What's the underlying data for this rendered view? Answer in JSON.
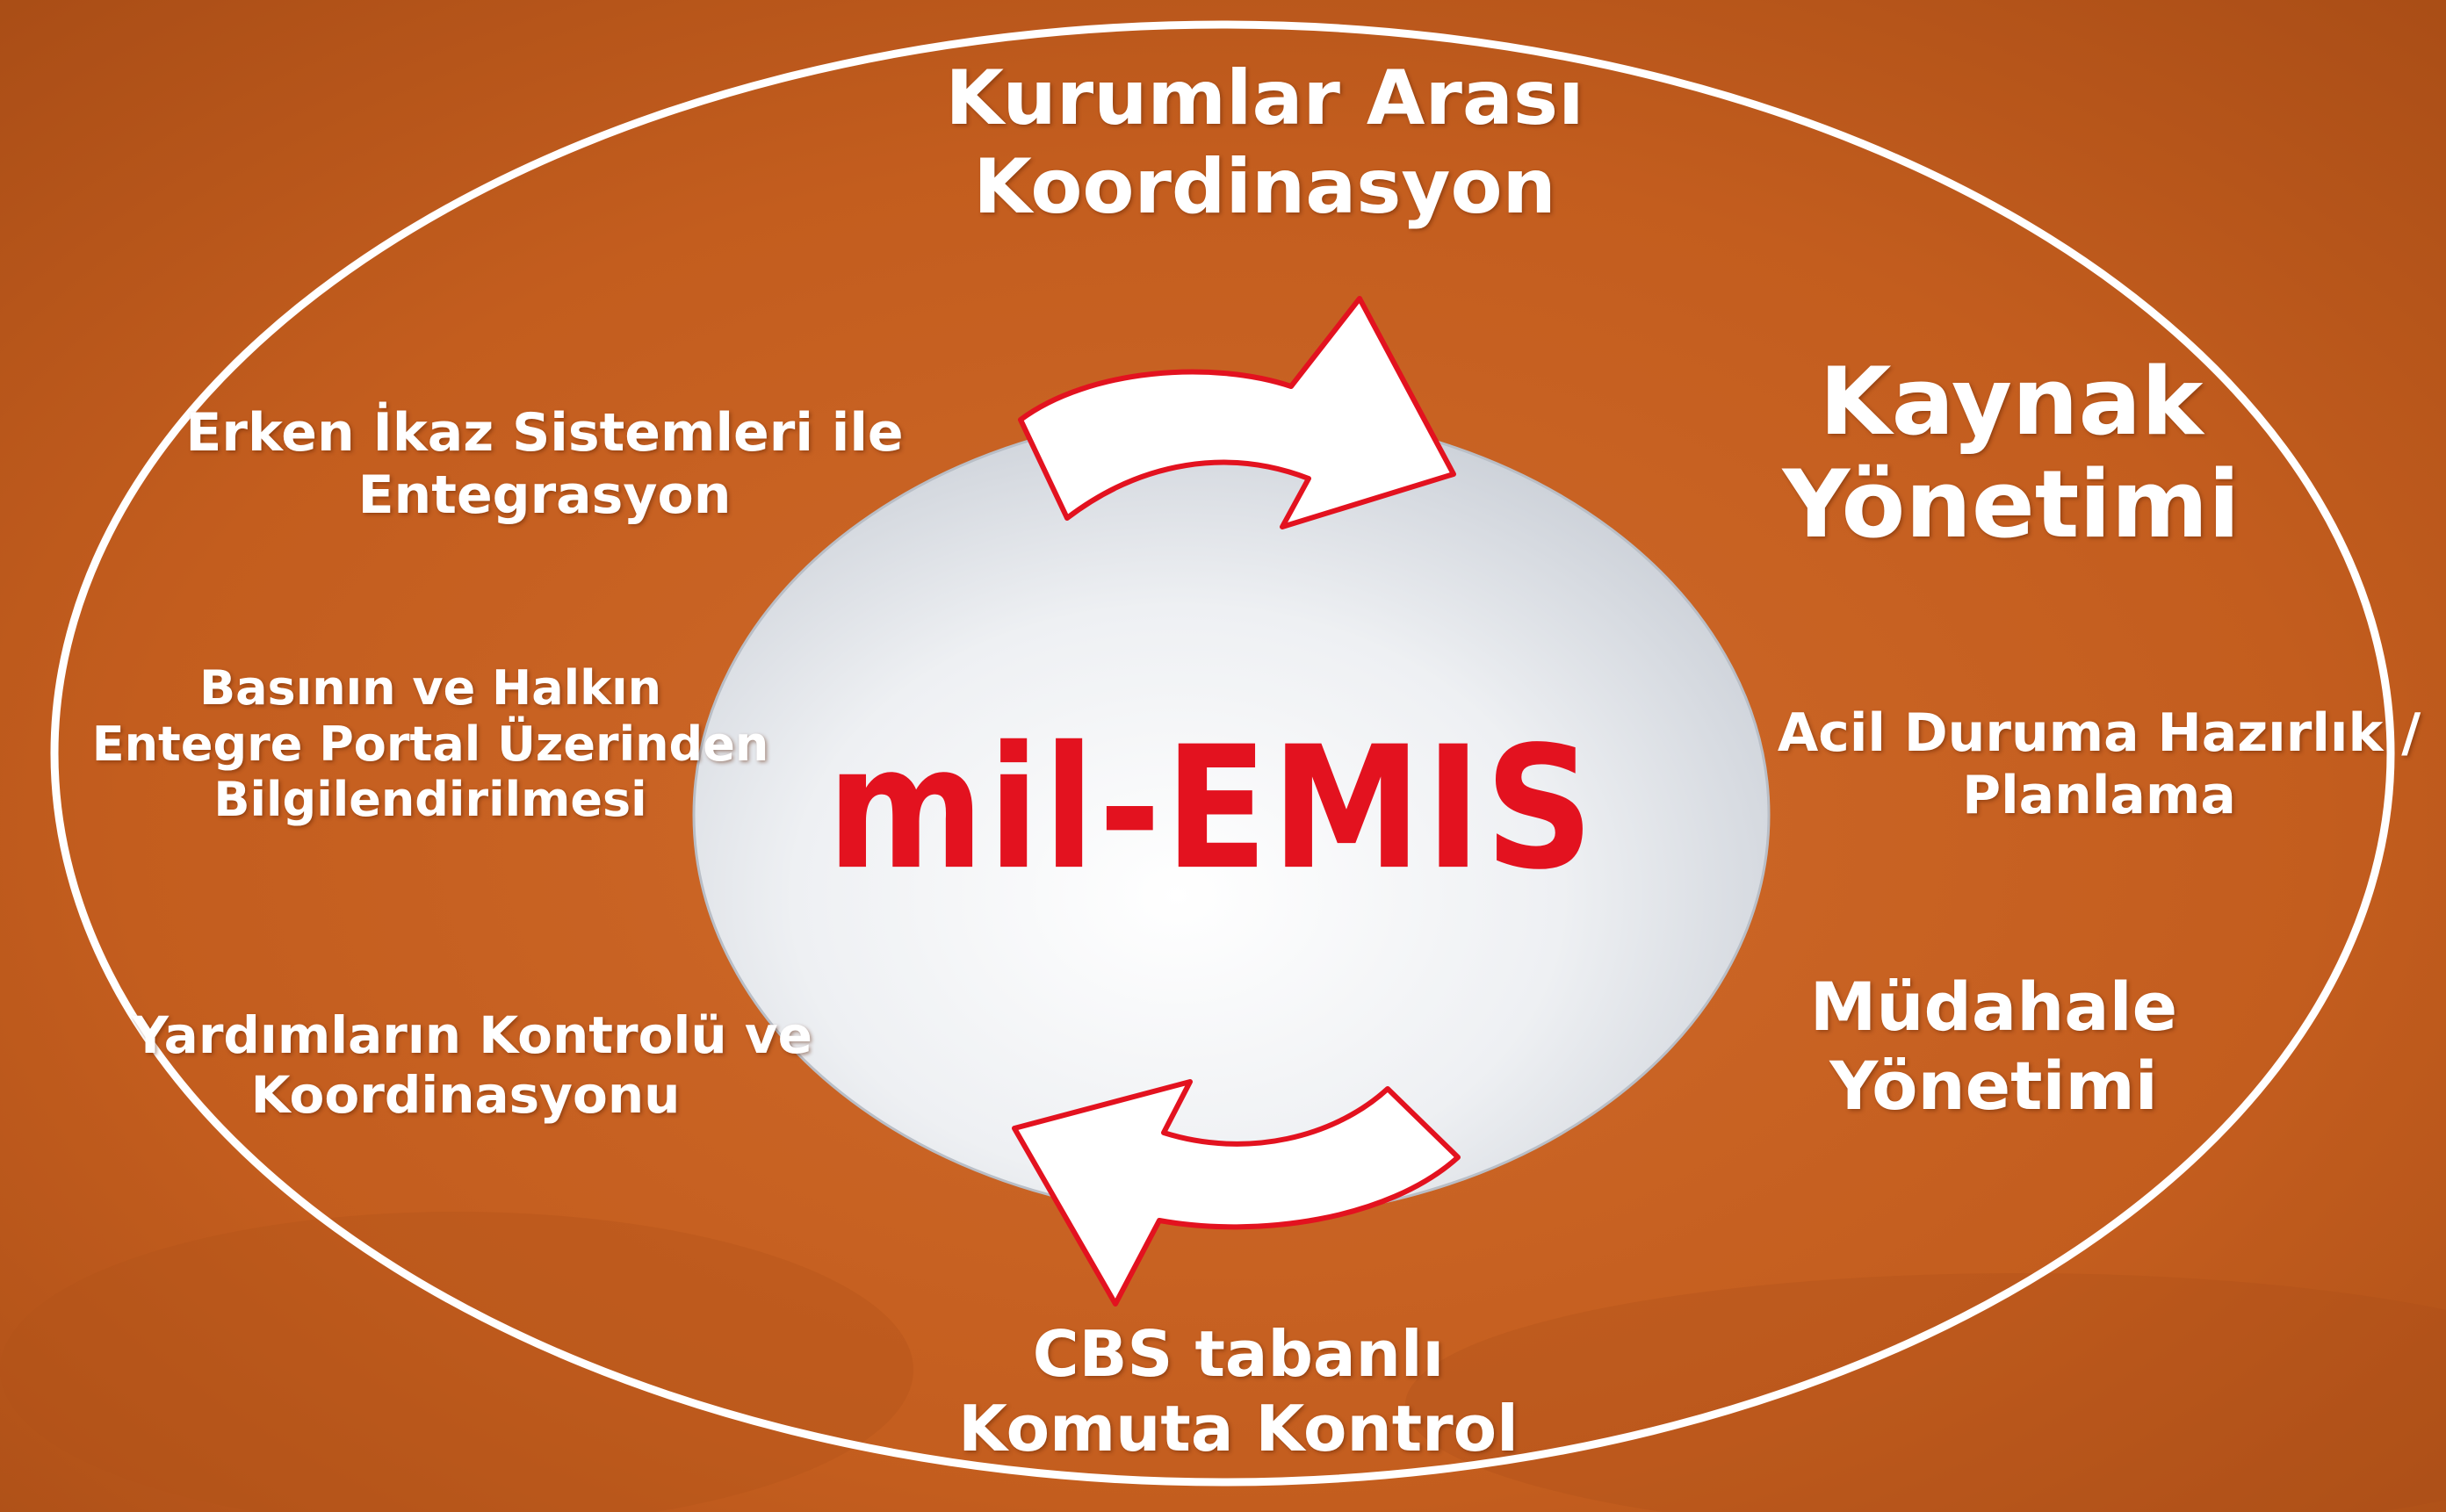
{
  "diagram": {
    "center_logo": "mil-EMIS",
    "labels": {
      "top": [
        "Kurumlar Arası",
        "Koordinasyon"
      ],
      "kaynak": [
        "Kaynak",
        "Yönetimi"
      ],
      "erken": [
        "Erken İkaz Sistemleri ile",
        "Entegrasyon"
      ],
      "basin": [
        "Basının ve Halkın",
        "Entegre Portal Üzerinden",
        "Bilgilendirilmesi"
      ],
      "yardim": [
        "Yardımların Kontrolü ve",
        "Koordinasyonu"
      ],
      "acil": [
        "Acil Duruma Hazırlık /",
        "Planlama"
      ],
      "mudahale": [
        "Müdahale",
        "Yönetimi"
      ],
      "cbs": [
        "CBS tabanlı",
        "Komuta Kontrol"
      ]
    },
    "colors": {
      "background": "#c7601f",
      "logo": "#e3121f",
      "text": "#ffffff",
      "arrow_stroke": "#e3121f"
    }
  }
}
